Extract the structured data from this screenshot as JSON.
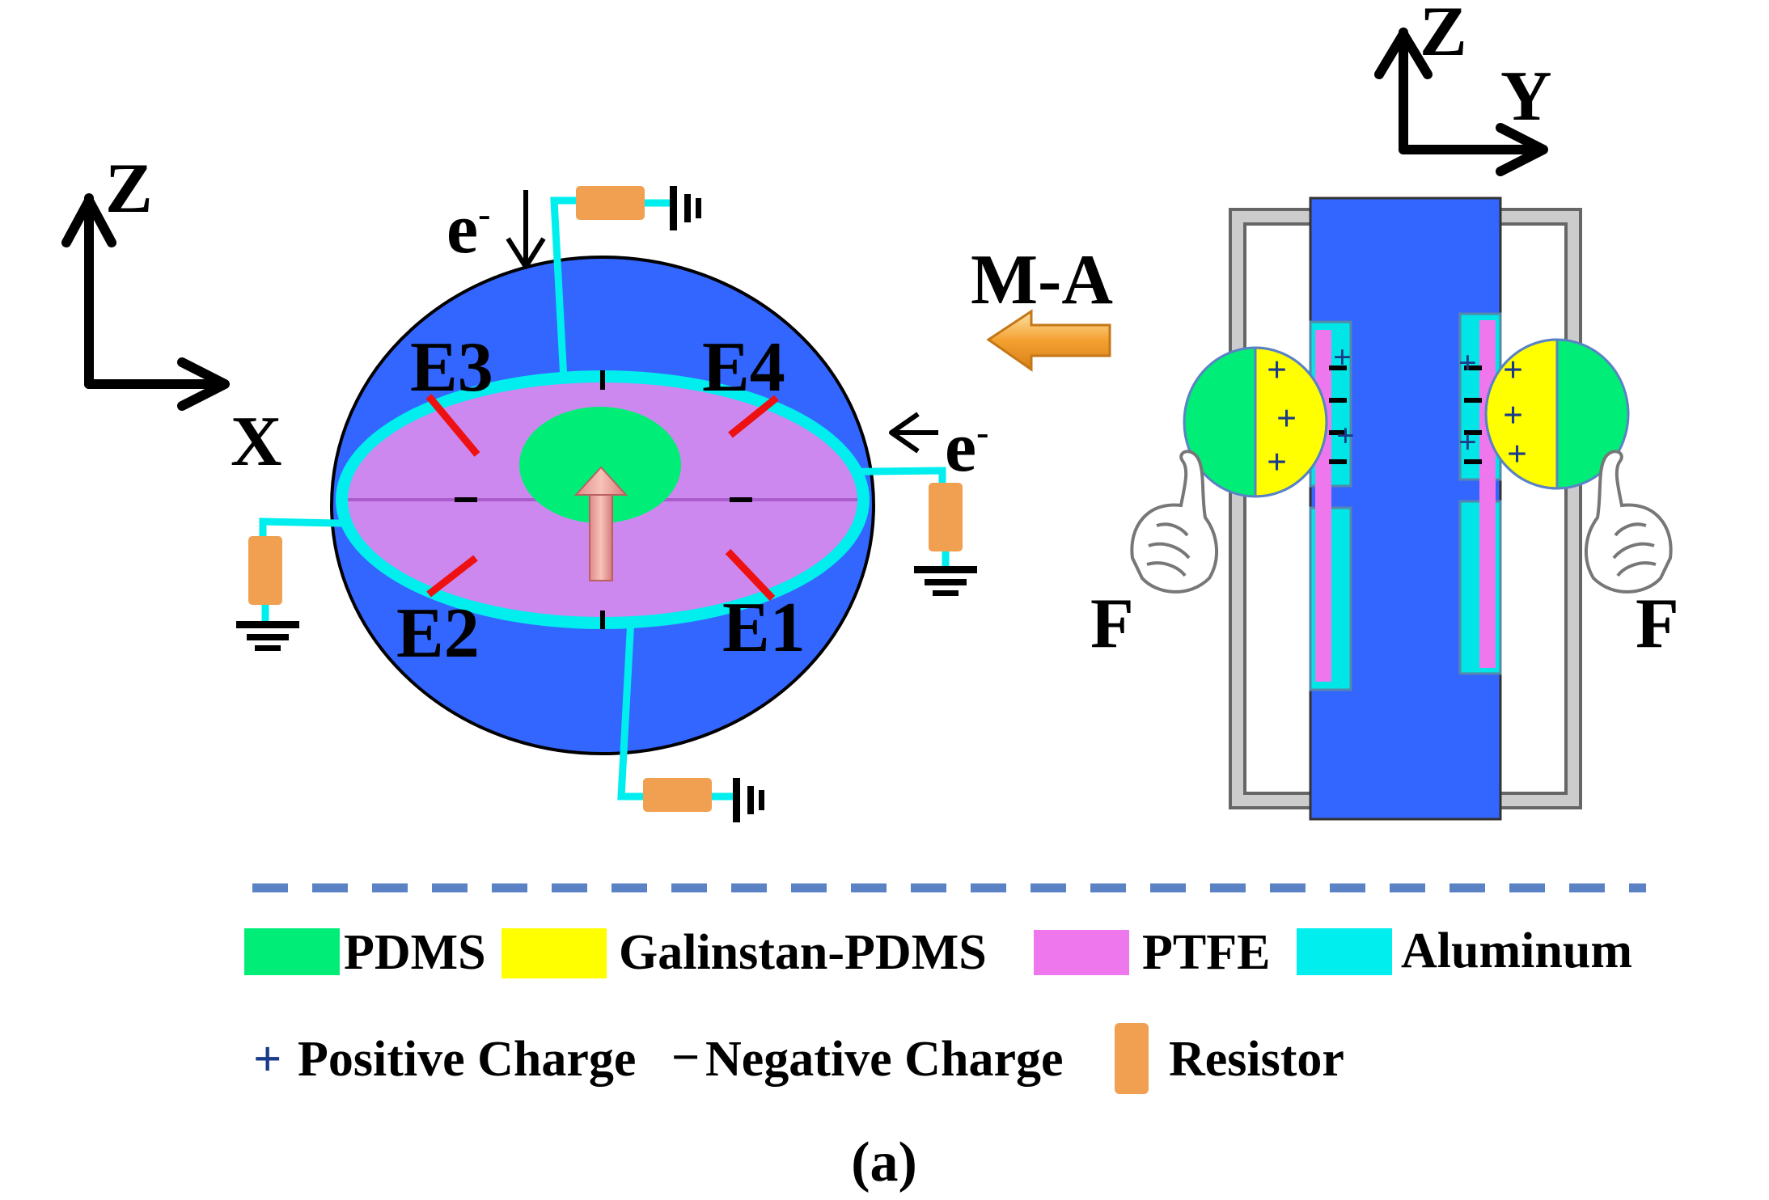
{
  "colors": {
    "aluminum_body": "#3366ff",
    "pdms": "#00ee77",
    "galinstan_pdms": "#ffff00",
    "ptfe": "#ee77ee",
    "aluminum": "#00eeee",
    "resistor": "#f0a050",
    "electrode": "#ee1111",
    "charge_plus": "#1a3a8a",
    "frame": "#bbbbbb",
    "arrow": "#f4a030",
    "divider": "#5a82c4"
  },
  "axes_left": {
    "z": "Z",
    "x": "X"
  },
  "axes_right": {
    "z": "Z",
    "y": "Y"
  },
  "electrodes": {
    "e1": "E1",
    "e2": "E2",
    "e3": "E3",
    "e4": "E4"
  },
  "electron_labels": {
    "top": "e",
    "top_sup": "-",
    "right": "e",
    "right_sup": "-"
  },
  "motion_arrow_label": "M-A",
  "force_labels": {
    "left": "F",
    "right": "F"
  },
  "charges": {
    "plus": "+",
    "minus": "−"
  },
  "legend": {
    "pdms": "PDMS",
    "galinstan": "Galinstan-PDMS",
    "ptfe": "PTFE",
    "aluminum": "Aluminum",
    "positive": "Positive Charge",
    "negative": "Negative Charge",
    "resistor": "Resistor"
  },
  "caption": "(a)",
  "icons": [
    "ground-icon",
    "resistor-icon",
    "pointing-hand-icon",
    "block-arrow-icon",
    "axis-arrow-icon"
  ]
}
